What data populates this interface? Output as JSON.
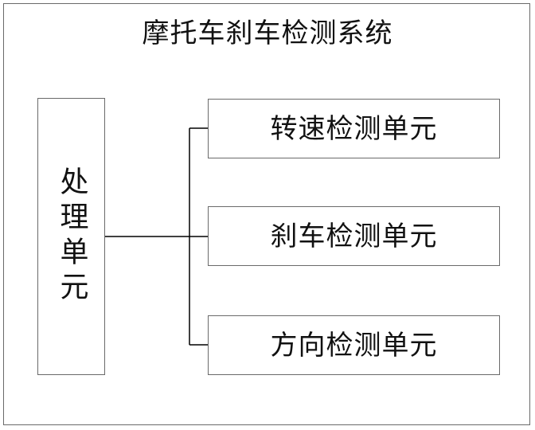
{
  "diagram": {
    "title": "摩托车刹车检测系统",
    "processing_unit": {
      "label": "处理单元"
    },
    "units": [
      {
        "label": "转速检测单元"
      },
      {
        "label": "刹车检测单元"
      },
      {
        "label": "方向检测单元"
      }
    ]
  }
}
